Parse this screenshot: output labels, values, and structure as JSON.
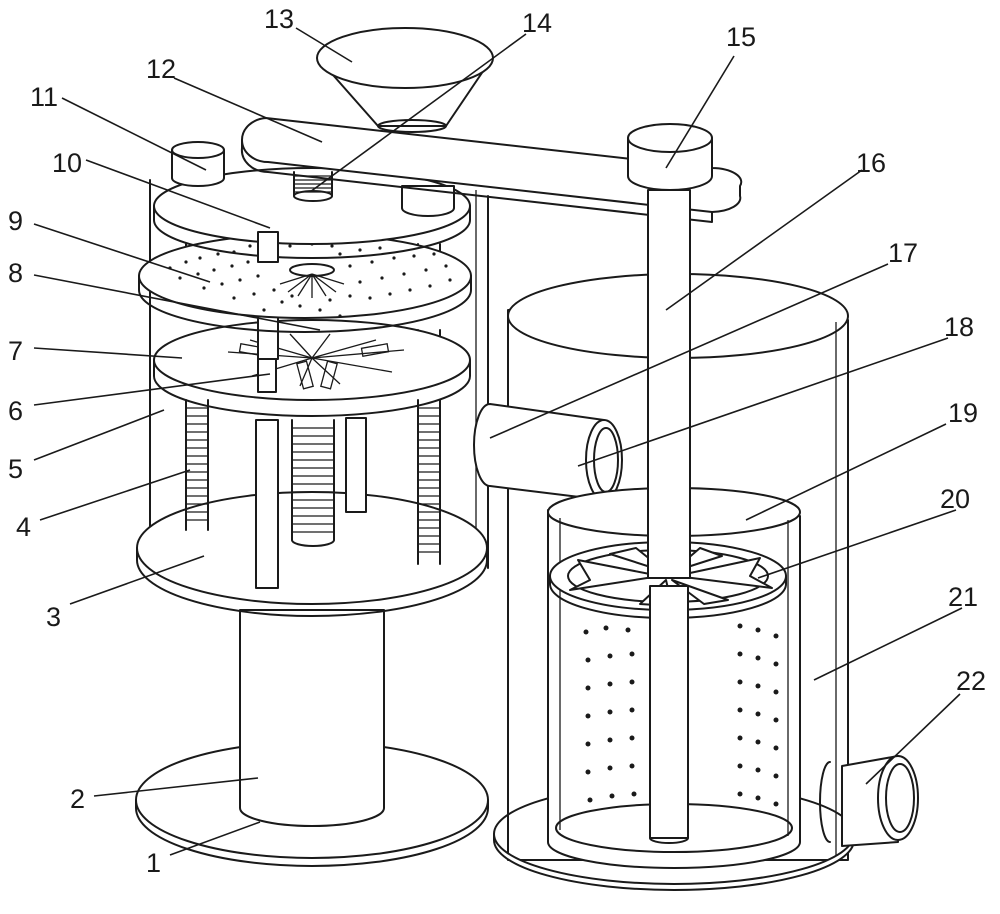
{
  "labels": [
    {
      "id": "1",
      "text": "1"
    },
    {
      "id": "2",
      "text": "2"
    },
    {
      "id": "3",
      "text": "3"
    },
    {
      "id": "4",
      "text": "4"
    },
    {
      "id": "5",
      "text": "5"
    },
    {
      "id": "6",
      "text": "6"
    },
    {
      "id": "7",
      "text": "7"
    },
    {
      "id": "8",
      "text": "8"
    },
    {
      "id": "9",
      "text": "9"
    },
    {
      "id": "10",
      "text": "10"
    },
    {
      "id": "11",
      "text": "11"
    },
    {
      "id": "12",
      "text": "12"
    },
    {
      "id": "13",
      "text": "13"
    },
    {
      "id": "14",
      "text": "14"
    },
    {
      "id": "15",
      "text": "15"
    },
    {
      "id": "16",
      "text": "16"
    },
    {
      "id": "17",
      "text": "17"
    },
    {
      "id": "18",
      "text": "18"
    },
    {
      "id": "19",
      "text": "19"
    },
    {
      "id": "20",
      "text": "20"
    },
    {
      "id": "21",
      "text": "21"
    },
    {
      "id": "22",
      "text": "22"
    }
  ]
}
